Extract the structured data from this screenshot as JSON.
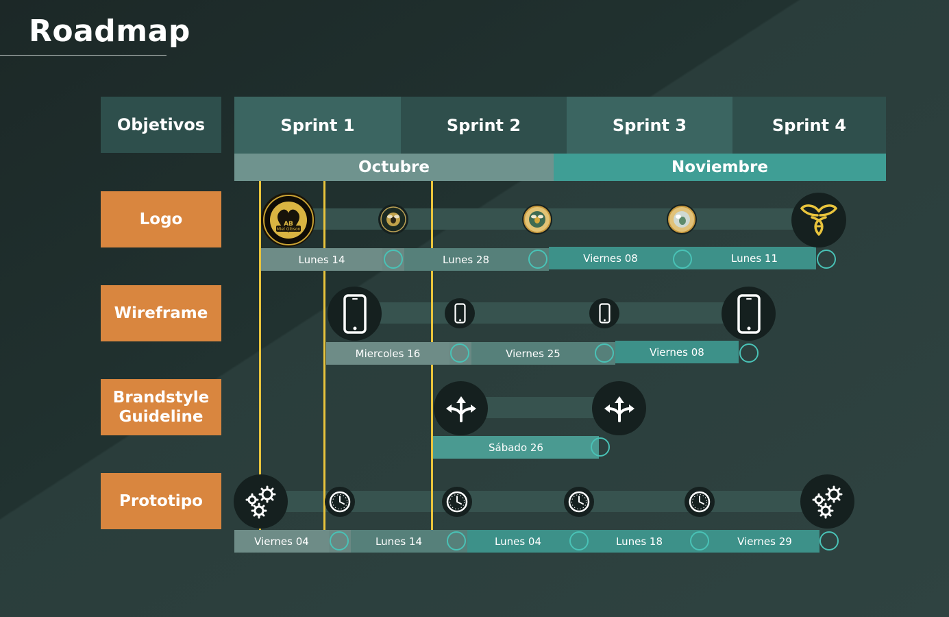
{
  "title": "Roadmap",
  "header": {
    "objetivos": "Objetivos",
    "sprints": [
      "Sprint 1",
      "Sprint 2",
      "Sprint 3",
      "Sprint 4"
    ],
    "months": [
      "Octubre",
      "Noviembre"
    ]
  },
  "rows": [
    {
      "label": "Logo",
      "dates": [
        "Lunes 14",
        "Lunes 28",
        "Viernes 08",
        "Lunes 11"
      ]
    },
    {
      "label": "Wireframe",
      "dates": [
        "Miercoles 16",
        "Viernes 25",
        "Viernes 08"
      ]
    },
    {
      "label": "Brandstyle Guideline",
      "dates": [
        "Sábado 26"
      ]
    },
    {
      "label": "Prototipo",
      "dates": [
        "Viernes 04",
        "Lunes 14",
        "Lunes 04",
        "Lunes 18",
        "Viernes 29"
      ]
    }
  ],
  "logo_text": {
    "seal_main": "Miel Gibson",
    "seal_mark": "AB"
  },
  "colors": {
    "background": "#1d2a28",
    "objective_orange": "#d9863f",
    "sprint_header": "#2e4f4c",
    "month_octubre": "#6f938e",
    "month_noviembre": "#3f9e95",
    "milestone_line": "#e9c43c",
    "ring": "#49c2b6"
  },
  "icons": {
    "logo_row": "bee-seal-icon",
    "wireframe_row": "smartphone-icon",
    "brandstyle_row": "split-arrows-icon",
    "prototipo_start_end": "gears-icon",
    "prototipo_mid": "clock-icon"
  }
}
